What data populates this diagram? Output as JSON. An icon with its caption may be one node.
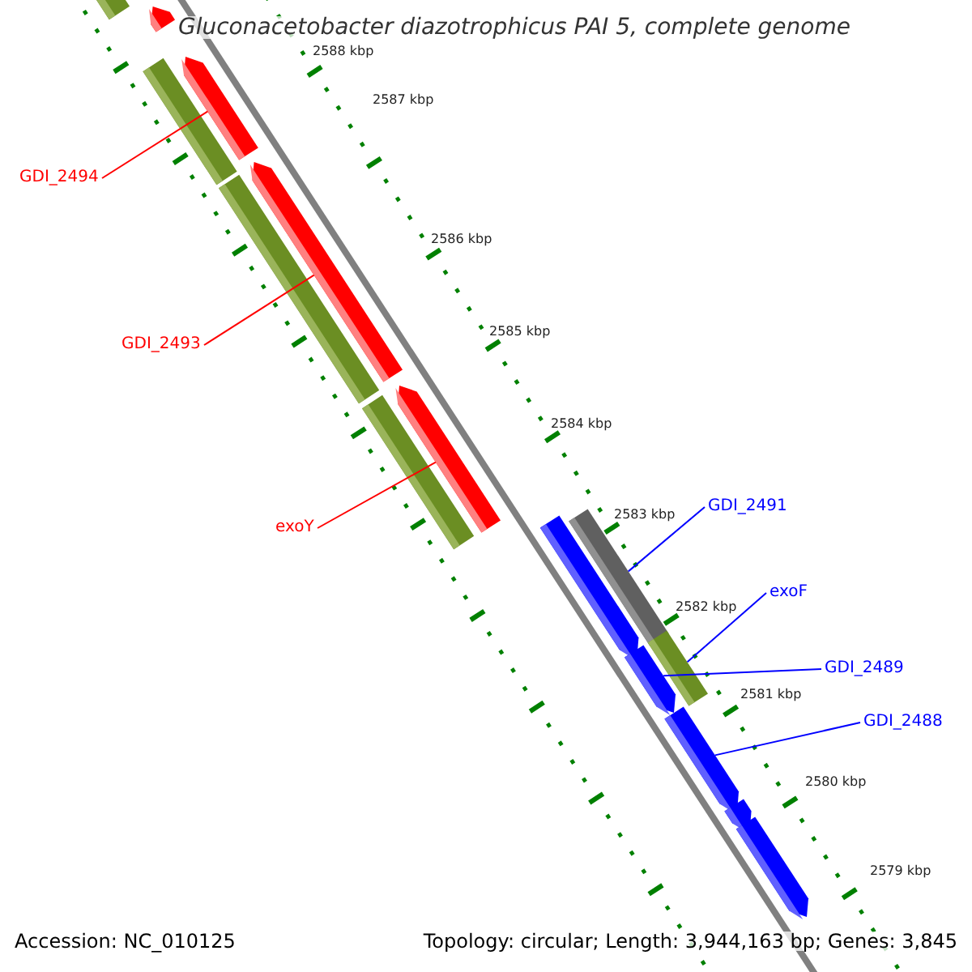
{
  "diagram": {
    "title": "Gluconacetobacter diazotrophicus PAI 5, complete genome",
    "nodes": [
      {
        "text": [
          "GDI_2494"
        ]
      },
      {
        "text": [
          "GDI_2493"
        ]
      },
      {
        "text": [
          "exoY"
        ]
      },
      {
        "text": [
          "GDI_2491"
        ]
      },
      {
        "text": [
          "exoF"
        ]
      },
      {
        "text": [
          "GDI_2489"
        ]
      },
      {
        "text": [
          "GDI_2488"
        ]
      },
      {
        "text": [],
        "shape": "pentagon"
      },
      {
        "text": [],
        "shape": "bar"
      },
      {
        "text": [],
        "shape": "pentagon"
      },
      {
        "text": [],
        "shape": "bar"
      },
      {
        "text": [],
        "shape": "pentagon"
      },
      {
        "text": [],
        "shape": "bar"
      },
      {
        "text": [],
        "shape": "pentagon"
      },
      {
        "text": [],
        "shape": "bar"
      },
      {
        "text": [],
        "shape": "bar"
      },
      {
        "text": [],
        "shape": "pentagon"
      },
      {
        "text": [],
        "shape": "bar"
      },
      {
        "text": [],
        "shape": "pentagon"
      },
      {
        "text": [],
        "shape": "pentagon"
      },
      {
        "text": [],
        "shape": "pentagon"
      },
      {
        "text": [],
        "shape": "pentagon"
      }
    ],
    "edges": [
      {
        "from": 0,
        "to": 9,
        "arrow": "none",
        "color": "#ff0000"
      },
      {
        "from": 1,
        "to": 11,
        "arrow": "none",
        "color": "#ff0000"
      },
      {
        "from": 2,
        "to": 13,
        "arrow": "none",
        "color": "#ff0000"
      },
      {
        "from": 3,
        "to": 15,
        "arrow": "none"
      },
      {
        "from": 4,
        "to": 17,
        "arrow": "none"
      },
      {
        "from": 5,
        "to": 18,
        "arrow": "none"
      },
      {
        "from": 6,
        "to": 19,
        "arrow": "none"
      }
    ],
    "labels": [
      "2588 kbp",
      "2587 kbp",
      "2586 kbp",
      "2585 kbp",
      "2584 kbp",
      "2583 kbp",
      "2582 kbp",
      "2581 kbp",
      "2580 kbp",
      "2579 kbp",
      "Accession: NC_010125",
      "Topology: circular; Length: 3,944,163 bp; Genes: 3,845"
    ]
  }
}
